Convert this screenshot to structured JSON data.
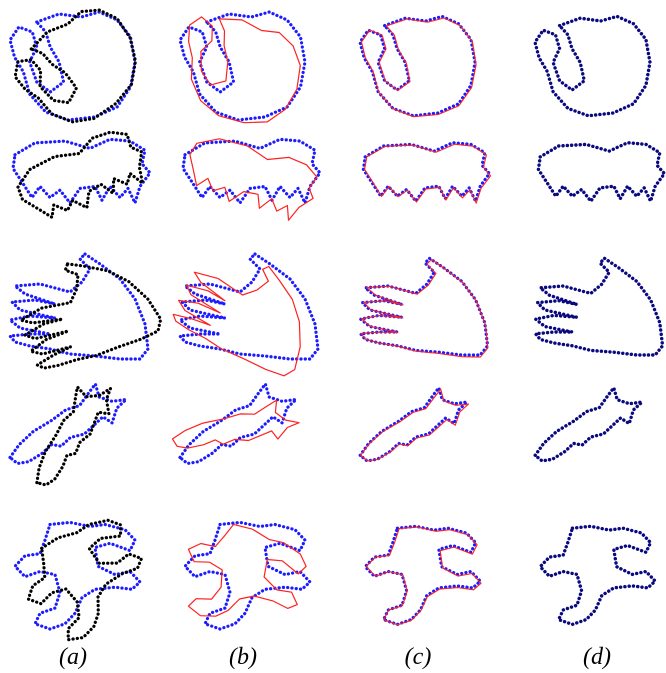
{
  "figure": {
    "captions": [
      "(a)",
      "(b)",
      "(c)",
      "(d)"
    ],
    "colors": {
      "source": "#000000",
      "target": "#1c1cff",
      "registered": "#ff2020",
      "final": "#0a0a80"
    },
    "rows": [
      {
        "shape": "blob"
      },
      {
        "shape": "bison"
      },
      {
        "shape": "hand"
      },
      {
        "shape": "shark"
      },
      {
        "shape": "creature"
      }
    ]
  }
}
